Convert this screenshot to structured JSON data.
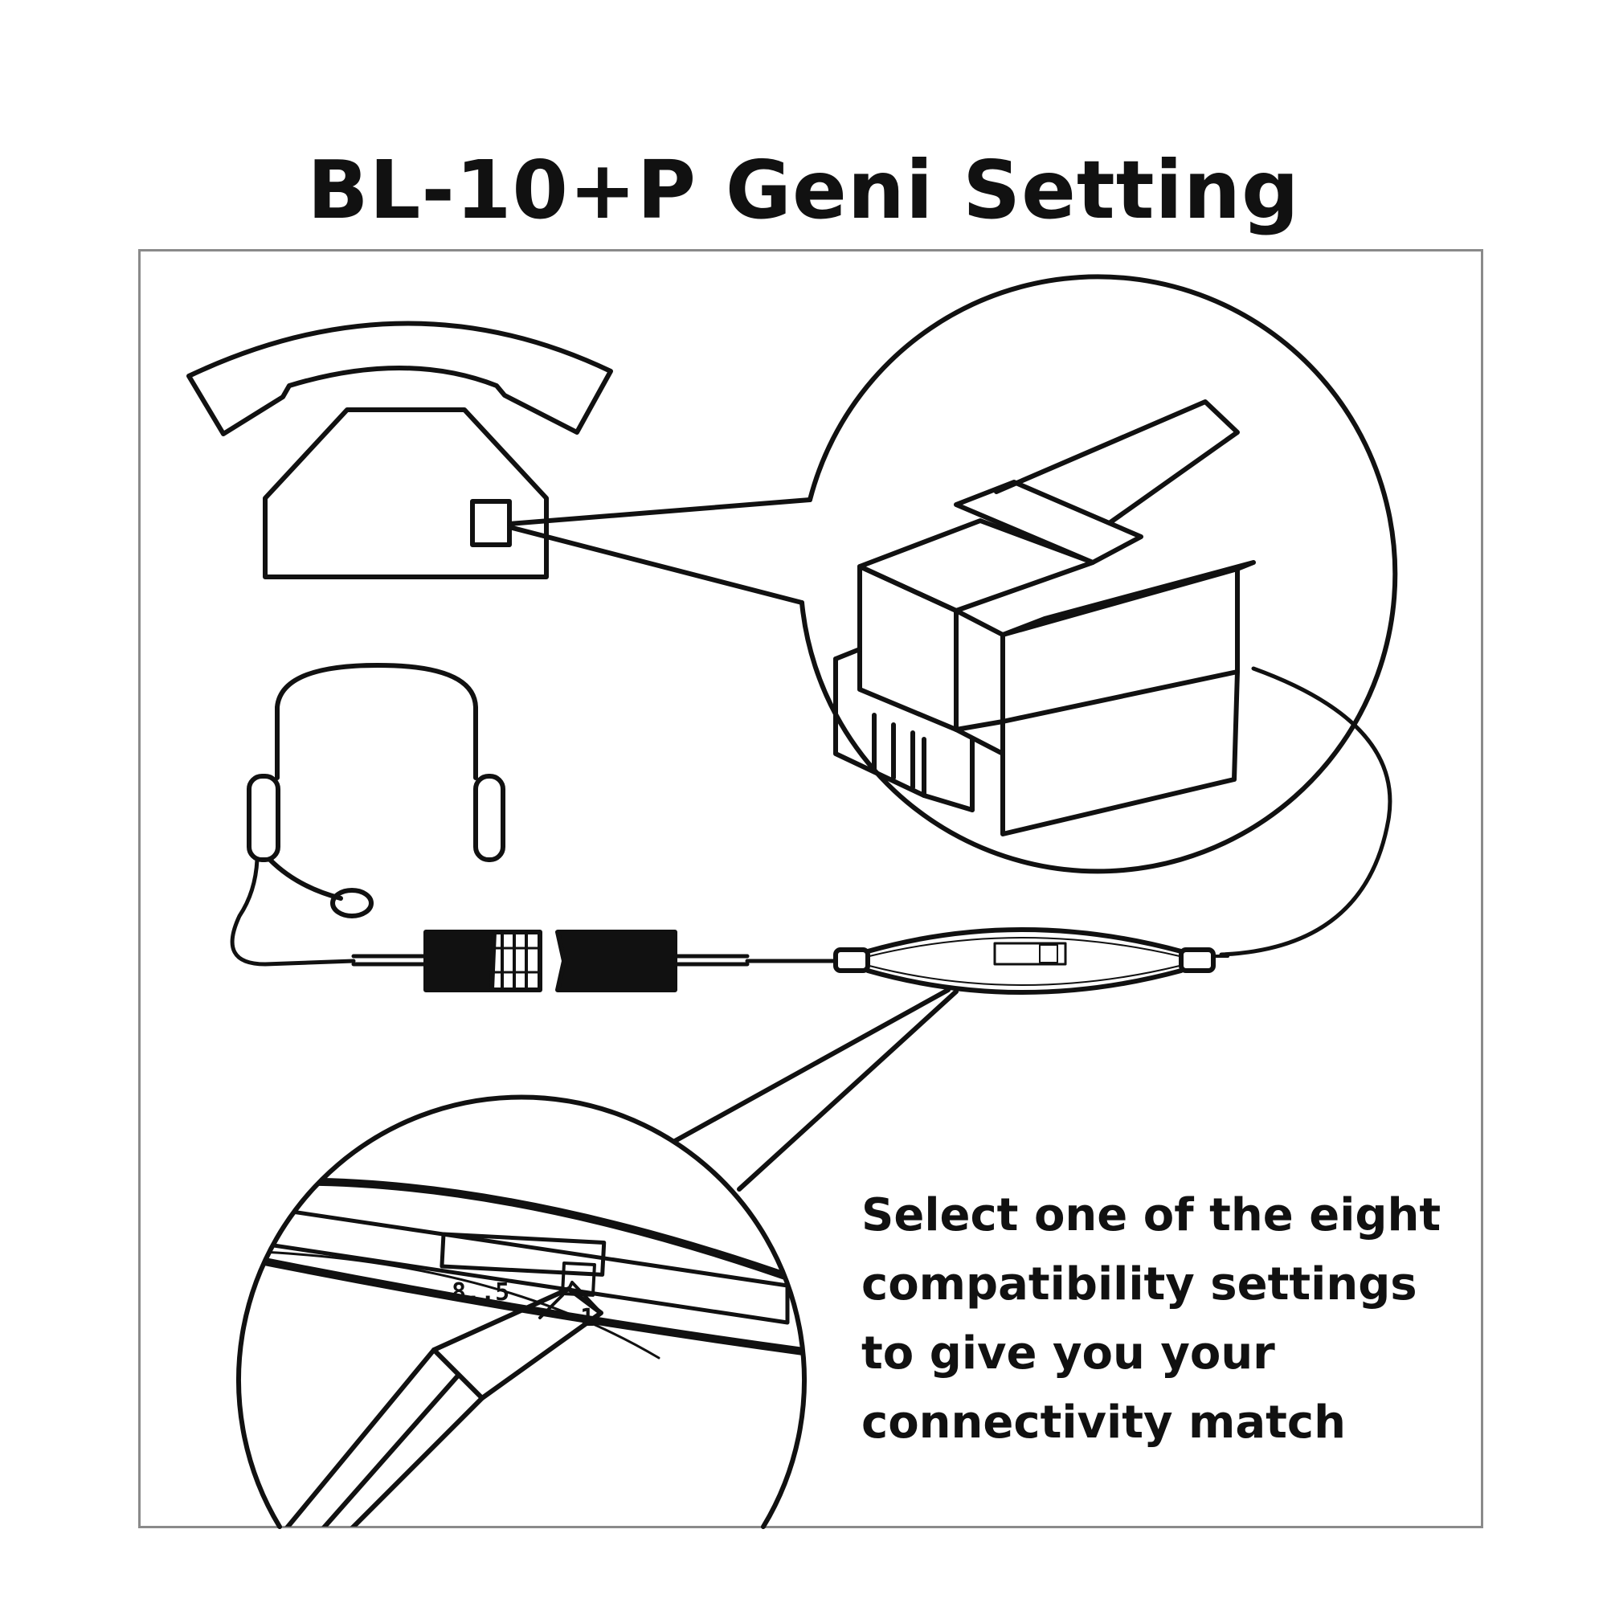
{
  "title": "BL-10+P Geni Setting",
  "caption": {
    "lines": [
      "Select one of the eight",
      "compatibility settings",
      "to give you your",
      "connectivity match"
    ]
  },
  "switch": {
    "left_label": "8..5",
    "right_label": "1"
  },
  "icons": {
    "telephone": "telephone-icon",
    "headset": "headset-icon",
    "plug": "rj-plug-icon",
    "pencil": "pencil-icon"
  },
  "colors": {
    "line": "#111111",
    "frame": "#8a8a8a",
    "background": "#ffffff"
  }
}
